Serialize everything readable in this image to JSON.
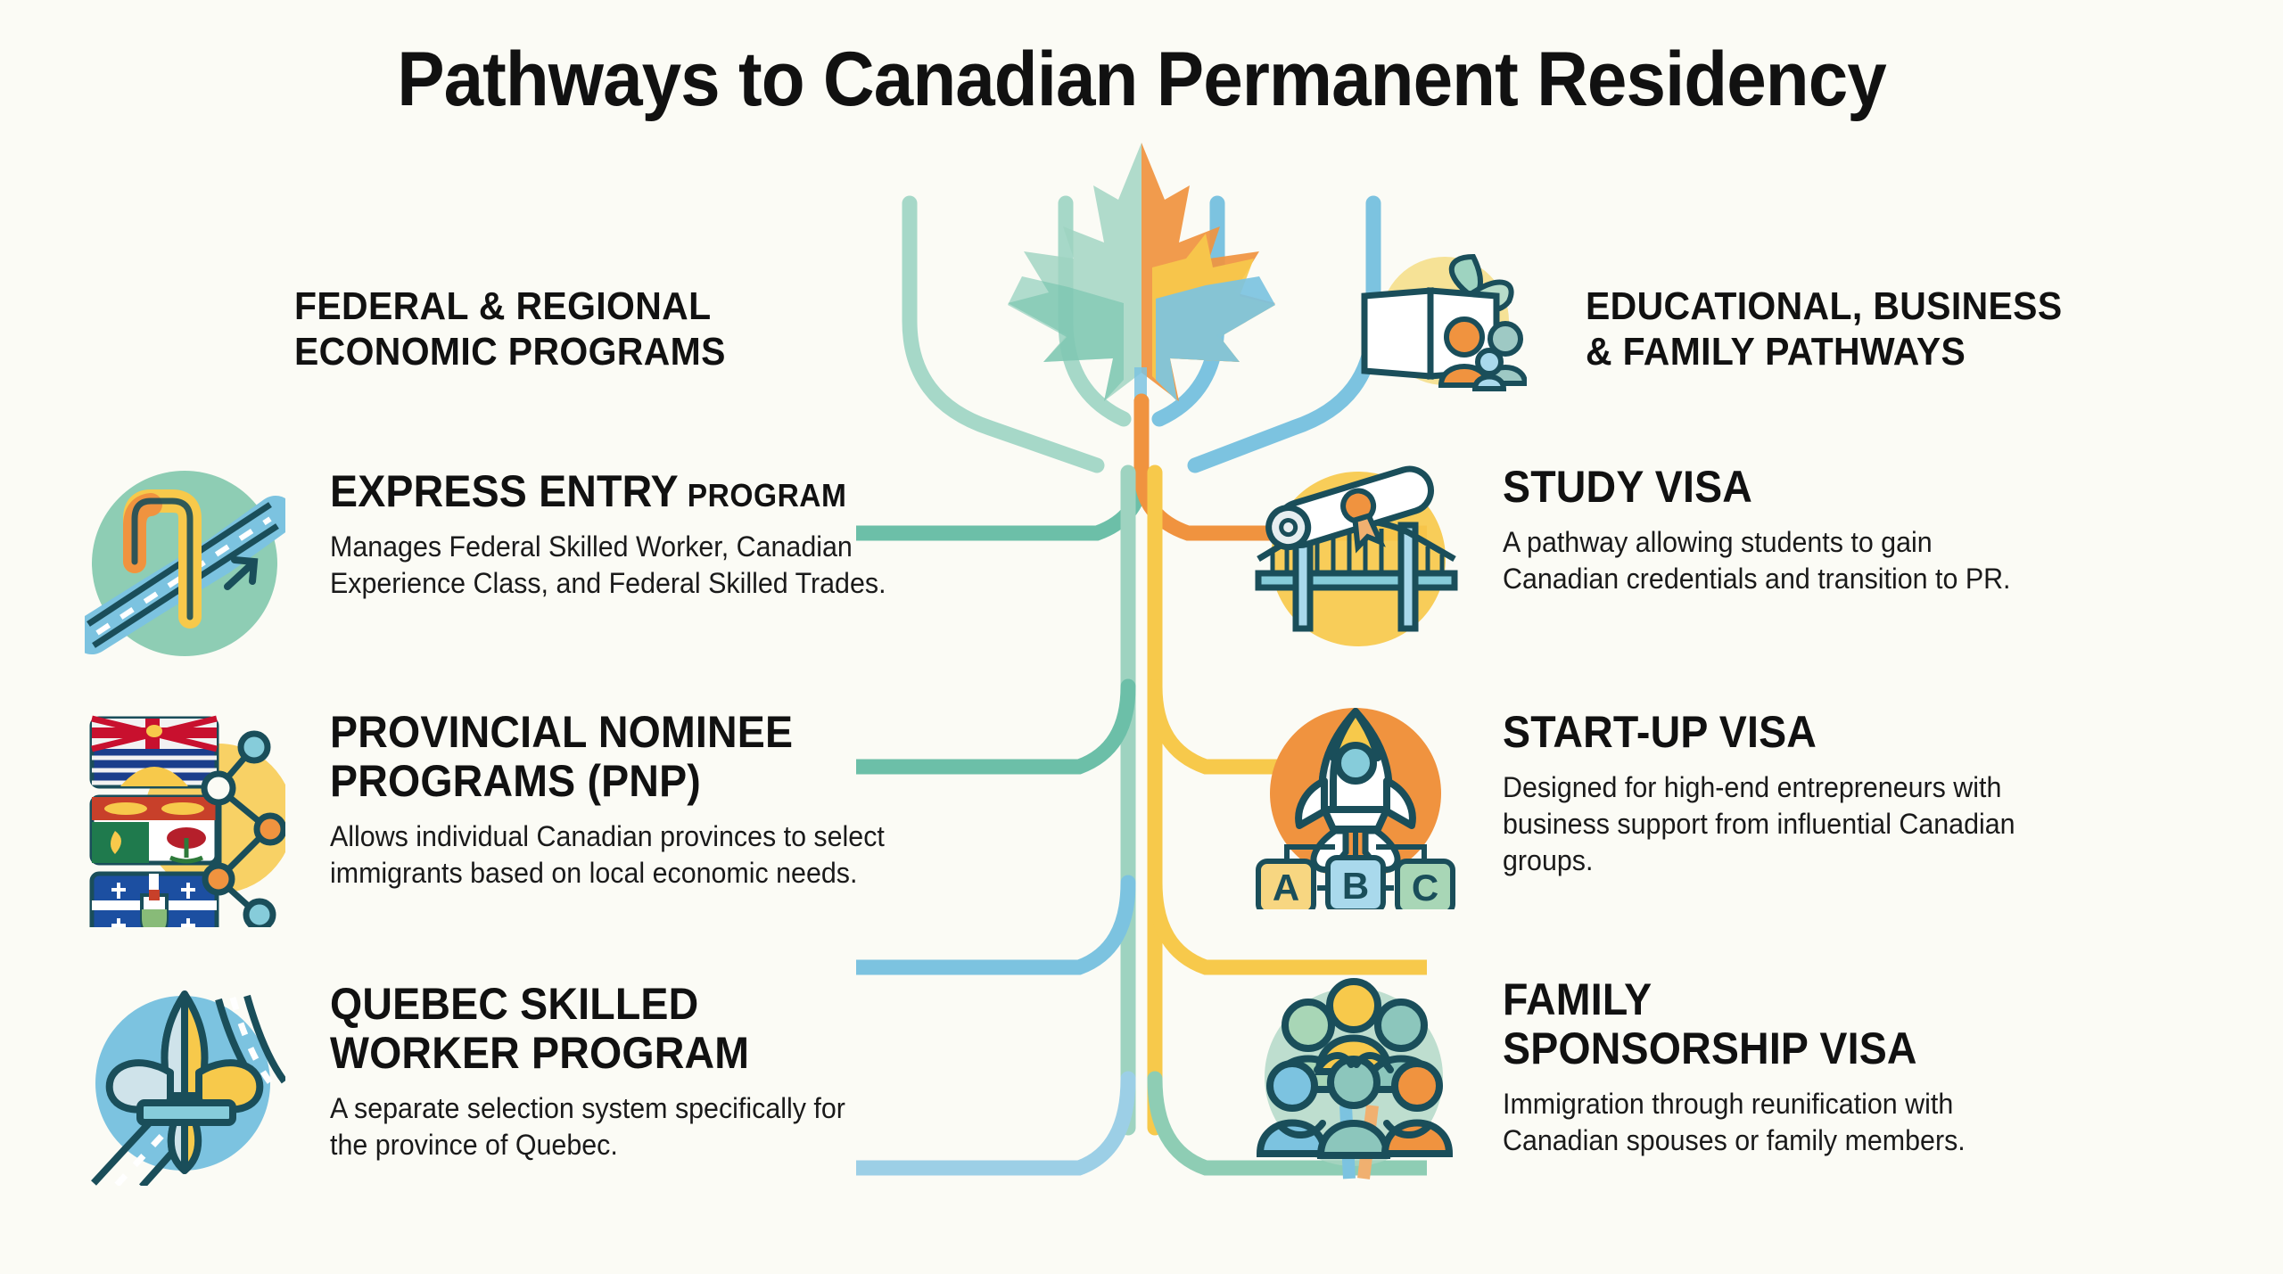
{
  "page": {
    "title": "Pathways to Canadian Permanent Residency",
    "background": "#fbfbf5"
  },
  "palette": {
    "ink": "#1a4e5a",
    "teal": "#6cbfa8",
    "green": "#8ecdb4",
    "blue": "#7cc3e0",
    "light_blue": "#a9d9ec",
    "orange": "#f0933f",
    "yellow": "#f7c94b",
    "pale_yellow": "#f5dd83",
    "text": "#111111"
  },
  "sections": [
    {
      "id": "left",
      "heading": "FEDERAL & REGIONAL\nECONOMIC PROGRAMS",
      "icon": "maple-leaf-tree-icon"
    },
    {
      "id": "right",
      "heading": "EDUCATIONAL, BUSINESS\n& FAMILY PATHWAYS",
      "icon": "open-book-sprout-family-icon"
    }
  ],
  "left_items": [
    {
      "title_main": "EXPRESS ENTRY",
      "title_sub": " PROGRAM",
      "description": "Manages Federal Skilled Worker, Canadian\nExperience Class, and Federal Skilled Trades.",
      "icon": "road-u-turn-arrow-icon",
      "icon_circle_color": "#8ecdb4"
    },
    {
      "title_main": "PROVINCIAL NOMINEE\nPROGRAMS (PNP)",
      "title_sub": "",
      "description": "Allows individual Canadian provinces to select\nimmigrants based on local economic needs.",
      "icon": "provincial-flags-network-icon",
      "icon_circle_color": "#f7c94b"
    },
    {
      "title_main": "QUEBEC SKILLED\nWORKER PROGRAM",
      "title_sub": "",
      "description": "A separate selection system specifically for\nthe province of Quebec.",
      "icon": "fleur-de-lis-road-icon",
      "icon_circle_color": "#7cc3e0"
    }
  ],
  "right_items": [
    {
      "title_main": "STUDY VISA",
      "title_sub": "",
      "description": "A pathway allowing students to gain\nCanadian credentials and transition to PR.",
      "icon": "diploma-bridge-icon",
      "icon_circle_color": "#f7c94b"
    },
    {
      "title_main": "START-UP VISA",
      "title_sub": "",
      "description": "Designed for high-end entrepreneurs with\nbusiness support from influential Canadian\ngroups.",
      "icon": "rocket-abc-blocks-icon",
      "icon_circle_color": "#f0933f",
      "block_letters": [
        "A",
        "B",
        "C"
      ]
    },
    {
      "title_main": "FAMILY\nSPONSORSHIP VISA",
      "title_sub": "",
      "description": "Immigration through reunification with\nCanadian spouses or family members.",
      "icon": "family-tree-people-icon",
      "icon_circle_color": "#9fd3c0"
    }
  ]
}
